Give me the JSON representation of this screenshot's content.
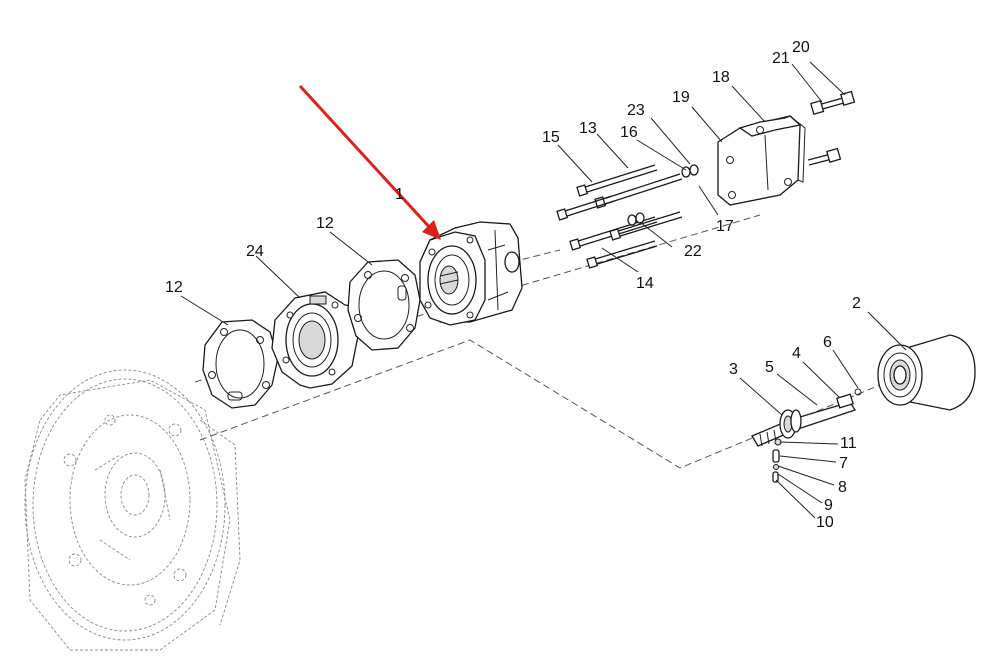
{
  "diagram": {
    "callouts": [
      {
        "id": "c1",
        "label": "1"
      },
      {
        "id": "c2",
        "label": "2"
      },
      {
        "id": "c3",
        "label": "3"
      },
      {
        "id": "c4",
        "label": "4"
      },
      {
        "id": "c5",
        "label": "5"
      },
      {
        "id": "c6",
        "label": "6"
      },
      {
        "id": "c7",
        "label": "7"
      },
      {
        "id": "c8",
        "label": "8"
      },
      {
        "id": "c9",
        "label": "9"
      },
      {
        "id": "c10",
        "label": "10"
      },
      {
        "id": "c11",
        "label": "11"
      },
      {
        "id": "c12a",
        "label": "12"
      },
      {
        "id": "c12b",
        "label": "12"
      },
      {
        "id": "c13",
        "label": "13"
      },
      {
        "id": "c14",
        "label": "14"
      },
      {
        "id": "c15",
        "label": "15"
      },
      {
        "id": "c16",
        "label": "16"
      },
      {
        "id": "c17",
        "label": "17"
      },
      {
        "id": "c18",
        "label": "18"
      },
      {
        "id": "c19",
        "label": "19"
      },
      {
        "id": "c20",
        "label": "20"
      },
      {
        "id": "c21",
        "label": "21"
      },
      {
        "id": "c22",
        "label": "22"
      },
      {
        "id": "c23",
        "label": "23"
      },
      {
        "id": "c24",
        "label": "24"
      }
    ],
    "highlight_arrow_color": "#e0201b",
    "line_color": "#1a1a1a",
    "highlighted_part": "1"
  }
}
